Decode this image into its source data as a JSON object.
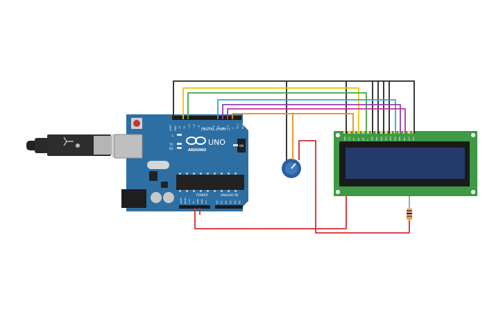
{
  "arduino": {
    "brand": "UNO",
    "logo_text": "ARDUINO",
    "digital_label": "DIGITAL (PWM~)",
    "power_label": "POWER",
    "analog_label": "ANALOG IN",
    "on_label": "ON",
    "l_label": "L",
    "tx_label": "TX",
    "rx_label": "RX",
    "aref_label": "AREF",
    "gnd_label": "GND",
    "pin_labels": [
      "13",
      "12",
      "~11",
      "~10",
      "~9",
      "8",
      "7",
      "~6",
      "~5",
      "4",
      "~3",
      "2",
      "TX 1",
      "RX 0"
    ],
    "power_pins": [
      "IOREF",
      "RESET",
      "3.3V",
      "5V",
      "GND",
      "GND",
      "Vin"
    ],
    "analog_pins": [
      "A0",
      "A1",
      "A2",
      "A3",
      "A4",
      "A5"
    ]
  },
  "lcd": {
    "pin_labels": [
      "GND",
      "VCC",
      "V0",
      "RS",
      "RW",
      "E",
      "DB0",
      "DB1",
      "DB2",
      "DB3",
      "DB4",
      "DB5",
      "DB6",
      "DB7",
      "LED",
      "LED"
    ]
  },
  "colors": {
    "board": "#2d6fa3",
    "lcd_pcb": "#3f9a45",
    "lcd_screen": "#243a6b",
    "wire_black": "#222222",
    "wire_red": "#d9262b",
    "wire_yellow": "#e8c400",
    "wire_green": "#3aa83a",
    "wire_cyan": "#2aa7c9",
    "wire_purple": "#8a3fb5",
    "wire_magenta": "#c22ca0",
    "wire_orange": "#e88a17"
  }
}
